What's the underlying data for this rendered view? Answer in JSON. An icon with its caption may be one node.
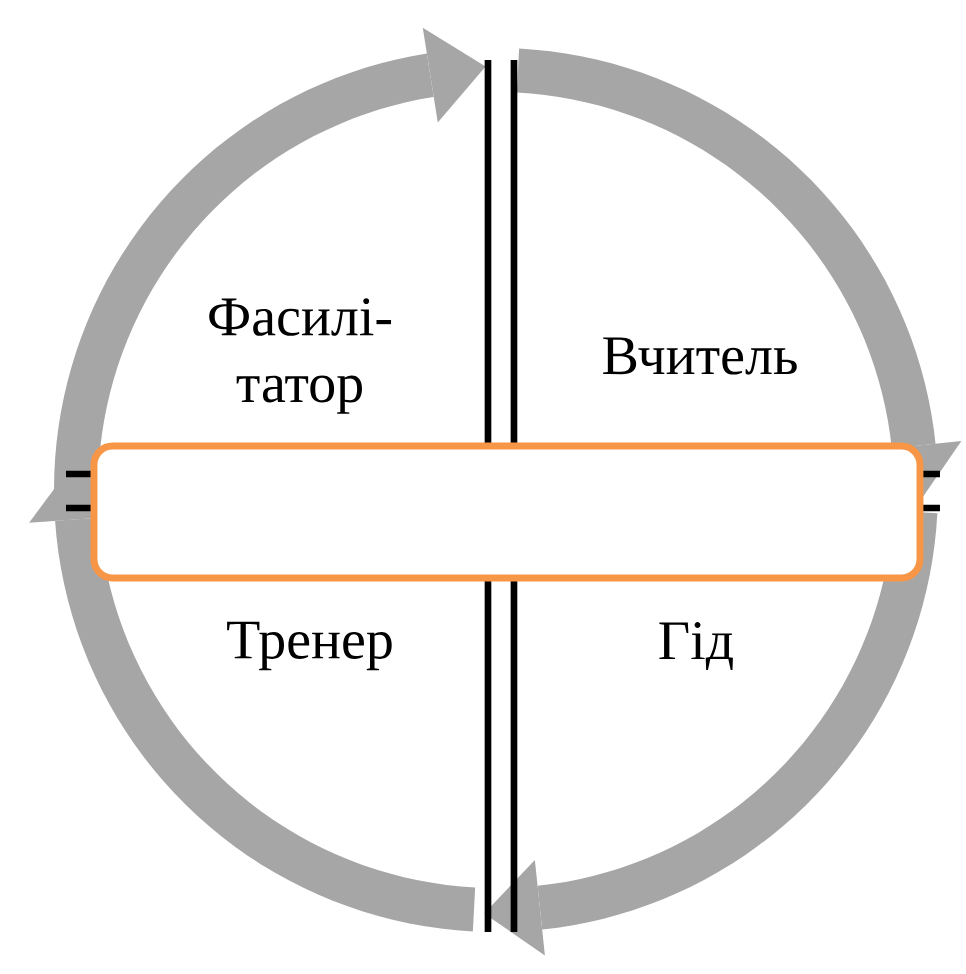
{
  "diagram": {
    "nodes": [
      {
        "text": [],
        "shape": "box"
      }
    ],
    "edges": [],
    "labels": [
      "Фасилі- татор",
      "Вчитель",
      "Тренер",
      "Гід"
    ]
  }
}
